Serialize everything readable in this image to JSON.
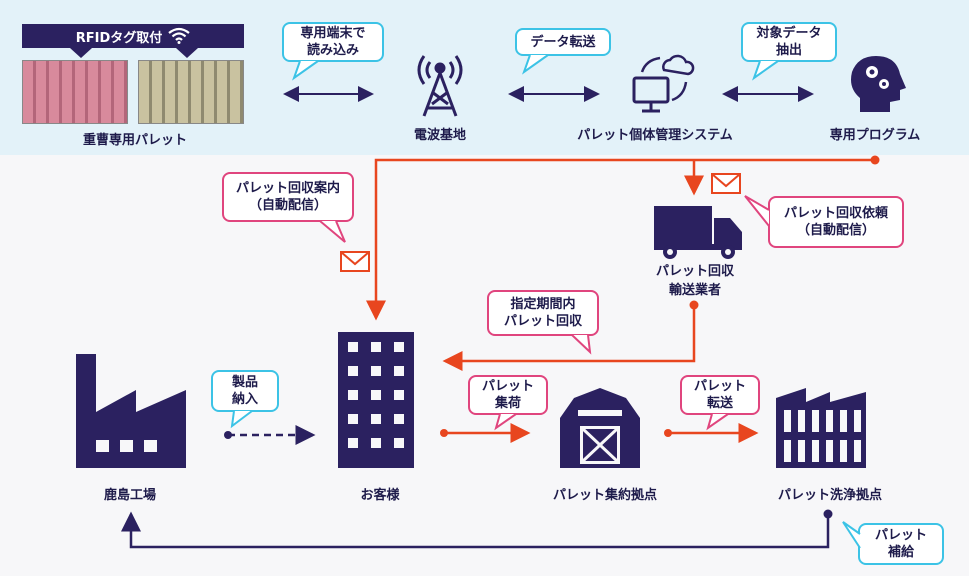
{
  "rfid": {
    "banner": "RFIDタグ取付",
    "caption": "重曹専用パレット"
  },
  "top_labels": {
    "antenna": "電波基地",
    "system": "パレット個体管理システム",
    "program": "専用プログラム"
  },
  "bubbles": {
    "read": [
      "専用端末で",
      "読み込み"
    ],
    "transfer": "データ転送",
    "extract": [
      "対象データ",
      "抽出"
    ],
    "collect_notice": [
      "パレット回収案内",
      "（自動配信）"
    ],
    "collect_request": [
      "パレット回収依頼",
      "（自動配信）"
    ],
    "period_collect": [
      "指定期間内",
      "パレット回収"
    ],
    "delivery": [
      "製品",
      "納入"
    ],
    "consolidate": [
      "パレット",
      "集荷"
    ],
    "transfer2": [
      "パレット",
      "転送"
    ],
    "supply": [
      "パレット",
      "補給"
    ]
  },
  "nodes": {
    "carrier": [
      "パレット回収",
      "輸送業者"
    ],
    "factory": "鹿島工場",
    "customer": "お客様",
    "hub": "パレット集約拠点",
    "wash": "パレット洗浄拠点"
  },
  "colors": {
    "navy": "#2b2160",
    "orange": "#e8461f",
    "cyan": "#3cc3e6",
    "pink": "#e0457e"
  }
}
